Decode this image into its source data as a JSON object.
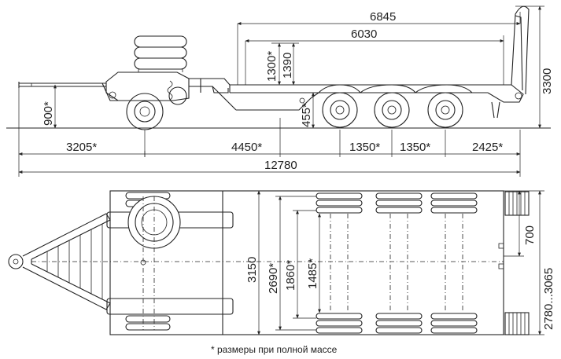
{
  "side_view": {
    "dimensions": {
      "overall_deck": "6845",
      "lower_deck": "6030",
      "height_total": "3300",
      "gooseneck_height": "1300*",
      "gooseneck_height2": "1390",
      "hitch_height": "900*",
      "deck_height": "455*",
      "seg_front": "3205*",
      "seg_wheelbase": "4450*",
      "axle_spacing_1": "1350*",
      "axle_spacing_2": "1350*",
      "seg_rear": "2425*",
      "overall_length": "12780"
    }
  },
  "top_view": {
    "dimensions": {
      "overall_width": "3150",
      "track_outer": "2690*",
      "track_middle": "1860*",
      "track_inner": "1485*",
      "ramp_width": "700",
      "ramp_spread": "2780...3065"
    }
  },
  "footnote": "* размеры при полной массе"
}
